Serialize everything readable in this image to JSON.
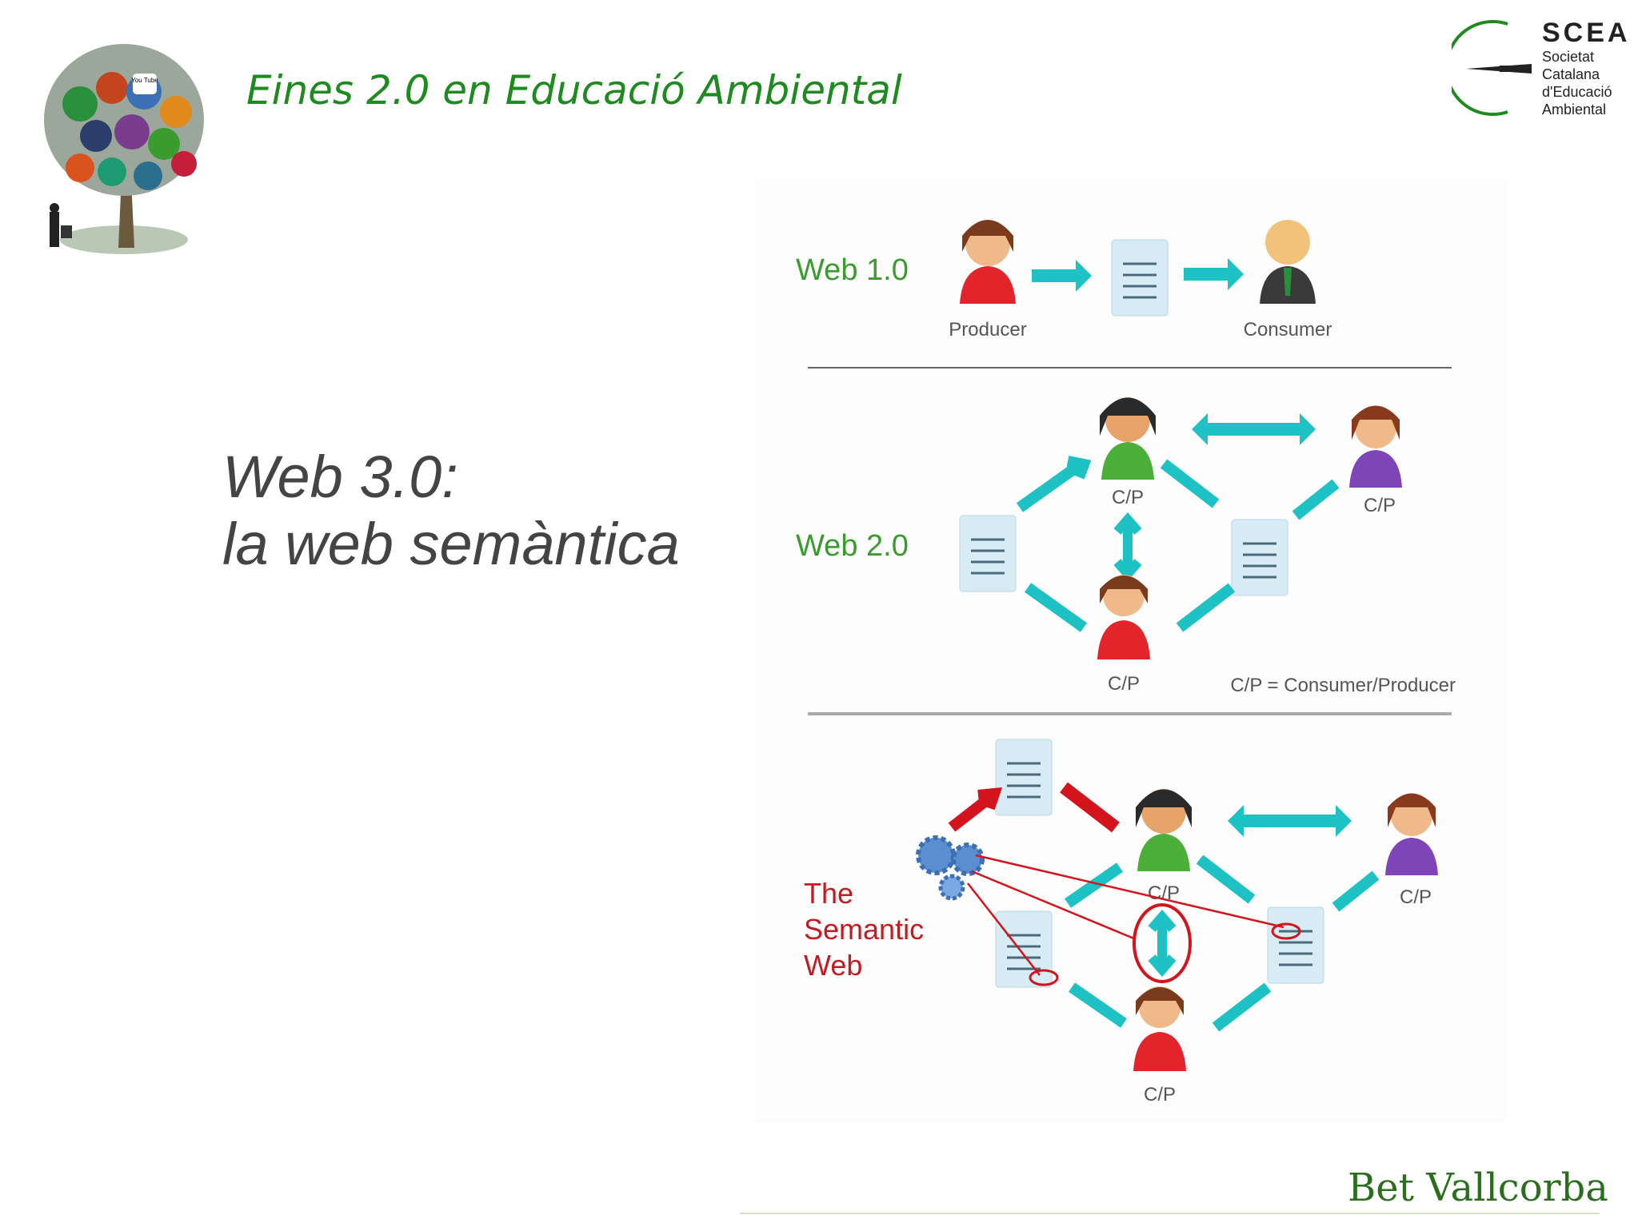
{
  "header": {
    "title": "Eines 2.0 en Educació Ambiental"
  },
  "slide": {
    "heading_line1": "Web 3.0:",
    "heading_line2": "la web semàntica"
  },
  "brand": {
    "acronym": "SCEA",
    "lines": [
      "Societat",
      "Catalana",
      "d'Educació",
      "Ambiental"
    ],
    "accent_color": "#1f8a1f"
  },
  "tree_logo": {
    "badge_text": "You Tube"
  },
  "diagram": {
    "web10": {
      "label": "Web 1.0",
      "producer": "Producer",
      "consumer": "Consumer"
    },
    "web20": {
      "label": "Web 2.0",
      "cp": "C/P",
      "legend": "C/P = Consumer/Producer"
    },
    "semantic": {
      "label_lines": [
        "The",
        "Semantic",
        "Web"
      ],
      "cp": "C/P"
    },
    "colors": {
      "arrow": "#1ec1c4",
      "semantic_arrow": "#d3141c",
      "label_green": "#3a9b2e",
      "label_red": "#c21b22"
    }
  },
  "footer": {
    "author": "Bet Vallcorba"
  }
}
